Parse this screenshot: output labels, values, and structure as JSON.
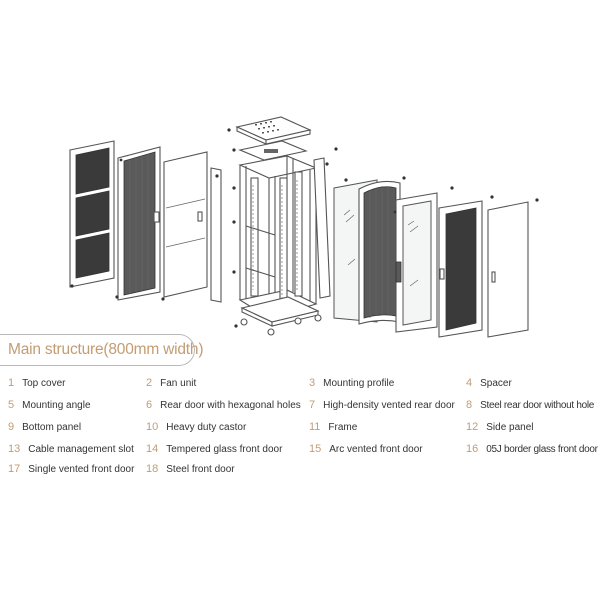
{
  "title": "Main structure(800mm width)",
  "accent_color": "#c39c72",
  "text_color": "#333333",
  "parts": [
    {
      "num": "1",
      "label": "Top cover"
    },
    {
      "num": "2",
      "label": "Fan unit"
    },
    {
      "num": "3",
      "label": "Mounting profile"
    },
    {
      "num": "4",
      "label": "Spacer"
    },
    {
      "num": "5",
      "label": "Mounting angle"
    },
    {
      "num": "6",
      "label": "Rear door with hexagonal holes"
    },
    {
      "num": "7",
      "label": "High-density vented rear door"
    },
    {
      "num": "8",
      "label": "Steel rear door without hole"
    },
    {
      "num": "9",
      "label": "Bottom panel"
    },
    {
      "num": "10",
      "label": "Heavy duty castor"
    },
    {
      "num": "11",
      "label": "Frame"
    },
    {
      "num": "12",
      "label": "Side panel"
    },
    {
      "num": "13",
      "label": "Cable management slot"
    },
    {
      "num": "14",
      "label": "Tempered glass front door"
    },
    {
      "num": "15",
      "label": "Arc vented front door"
    },
    {
      "num": "16",
      "label": "05J border glass front door"
    },
    {
      "num": "17",
      "label": "Single vented front door"
    },
    {
      "num": "18",
      "label": "Steel front door"
    }
  ]
}
